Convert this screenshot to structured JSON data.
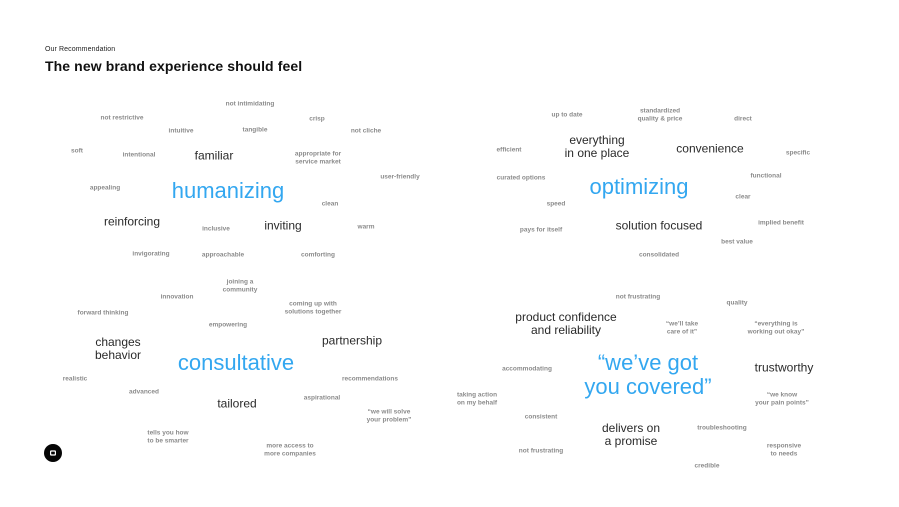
{
  "header": {
    "eyebrow": "Our Recommendation",
    "title": "The new brand experience should feel"
  },
  "clusters": {
    "humanizing": {
      "words": [
        {
          "text": "not intimidating",
          "size": "s"
        },
        {
          "text": "not restrictive",
          "size": "s"
        },
        {
          "text": "crisp",
          "size": "s"
        },
        {
          "text": "intuitive",
          "size": "s"
        },
        {
          "text": "tangible",
          "size": "s"
        },
        {
          "text": "not cliche",
          "size": "s"
        },
        {
          "text": "soft",
          "size": "s"
        },
        {
          "text": "intentional",
          "size": "s"
        },
        {
          "text": "familiar",
          "size": "m"
        },
        {
          "text": "appropriate for\nservice market",
          "size": "s"
        },
        {
          "text": "user-friendly",
          "size": "s"
        },
        {
          "text": "appealing",
          "size": "s"
        },
        {
          "text": "humanizing",
          "size": "l"
        },
        {
          "text": "clean",
          "size": "s"
        },
        {
          "text": "reinforcing",
          "size": "m"
        },
        {
          "text": "inclusive",
          "size": "s"
        },
        {
          "text": "inviting",
          "size": "m"
        },
        {
          "text": "warm",
          "size": "s"
        },
        {
          "text": "invigorating",
          "size": "s"
        },
        {
          "text": "approachable",
          "size": "s"
        },
        {
          "text": "comforting",
          "size": "s"
        }
      ]
    },
    "optimizing": {
      "words": [
        {
          "text": "up to date",
          "size": "s"
        },
        {
          "text": "standardized\nquality & price",
          "size": "s"
        },
        {
          "text": "direct",
          "size": "s"
        },
        {
          "text": "efficient",
          "size": "s"
        },
        {
          "text": "everything\nin one place",
          "size": "m"
        },
        {
          "text": "convenience",
          "size": "m"
        },
        {
          "text": "specific",
          "size": "s"
        },
        {
          "text": "curated options",
          "size": "s"
        },
        {
          "text": "optimizing",
          "size": "l"
        },
        {
          "text": "functional",
          "size": "s"
        },
        {
          "text": "clear",
          "size": "s"
        },
        {
          "text": "speed",
          "size": "s"
        },
        {
          "text": "pays for itself",
          "size": "s"
        },
        {
          "text": "solution focused",
          "size": "m"
        },
        {
          "text": "implied benefit",
          "size": "s"
        },
        {
          "text": "best value",
          "size": "s"
        },
        {
          "text": "consolidated",
          "size": "s"
        }
      ]
    },
    "consultative": {
      "words": [
        {
          "text": "joining a\ncommunity",
          "size": "s"
        },
        {
          "text": "innovation",
          "size": "s"
        },
        {
          "text": "coming up with\nsolutions together",
          "size": "s"
        },
        {
          "text": "forward thinking",
          "size": "s"
        },
        {
          "text": "empowering",
          "size": "s"
        },
        {
          "text": "changes\nbehavior",
          "size": "m"
        },
        {
          "text": "partnership",
          "size": "m"
        },
        {
          "text": "consultative",
          "size": "l"
        },
        {
          "text": "realistic",
          "size": "s"
        },
        {
          "text": "recommendations",
          "size": "s"
        },
        {
          "text": "advanced",
          "size": "s"
        },
        {
          "text": "aspirational",
          "size": "s"
        },
        {
          "text": "tailored",
          "size": "m"
        },
        {
          "text": "“we will solve\nyour problem”",
          "size": "s"
        },
        {
          "text": "tells you how\nto be smarter",
          "size": "s"
        },
        {
          "text": "more access to\nmore companies",
          "size": "s"
        }
      ]
    },
    "covered": {
      "words": [
        {
          "text": "not frustrating",
          "size": "s"
        },
        {
          "text": "quality",
          "size": "s"
        },
        {
          "text": "product confidence\nand reliability",
          "size": "m"
        },
        {
          "text": "“we’ll take\ncare of it”",
          "size": "s"
        },
        {
          "text": "“everything is\nworking out okay”",
          "size": "s"
        },
        {
          "text": "accommodating",
          "size": "s"
        },
        {
          "text": "“we’ve got\nyou covered”",
          "size": "l"
        },
        {
          "text": "trustworthy",
          "size": "m"
        },
        {
          "text": "taking action\non my behalf",
          "size": "s"
        },
        {
          "text": "“we know\nyour pain points”",
          "size": "s"
        },
        {
          "text": "consistent",
          "size": "s"
        },
        {
          "text": "delivers on\na promise",
          "size": "m"
        },
        {
          "text": "troubleshooting",
          "size": "s"
        },
        {
          "text": "not frustrating",
          "size": "s"
        },
        {
          "text": "responsive\nto needs",
          "size": "s"
        },
        {
          "text": "credible",
          "size": "s"
        }
      ]
    }
  },
  "colors": {
    "accent": "#33a7f0",
    "title": "#111111",
    "secondary": "#8b8b8b"
  },
  "icons": {
    "logo": "brand-logo-icon"
  }
}
